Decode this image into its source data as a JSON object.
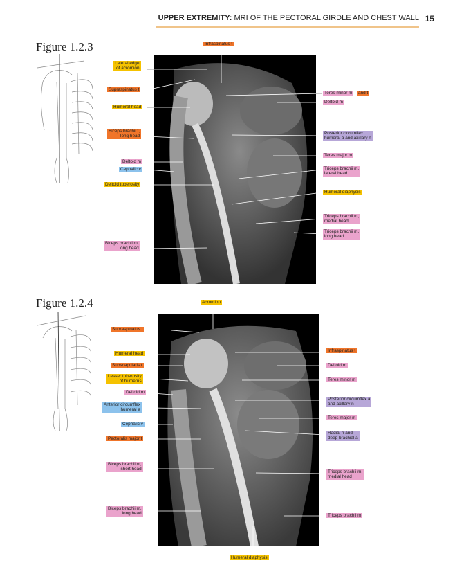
{
  "header": {
    "section": "UPPER EXTREMITY:",
    "title": "MRI OF THE PECTORAL GIRDLE AND CHEST WALL",
    "page": "15"
  },
  "colors": {
    "header_rule": "#f0c48a",
    "muscle": "#f0752a",
    "bone": "#f5c200",
    "soft": "#eaa3cc",
    "vein": "#8cc2ec",
    "nerve": "#b7a7d8"
  },
  "figures": [
    {
      "title": "Figure 1.2.3",
      "labels": [
        {
          "text": "Infraspinatus t",
          "color": "r"
        },
        {
          "text": "Lateral edge\nof acromion",
          "color": "o"
        },
        {
          "text": "Supraspinatus t",
          "color": "r"
        },
        {
          "text": "Humeral head",
          "color": "o"
        },
        {
          "text": "Biceps brachii t,\nlong head",
          "color": "r"
        },
        {
          "text": "Deltoid m",
          "color": "p"
        },
        {
          "text": "Cephalic v",
          "color": "b"
        },
        {
          "text": "Deltoid tuberosity",
          "color": "o"
        },
        {
          "text": "Biceps brachii m,\nlong head",
          "color": "p"
        },
        {
          "text": "Teres minor m",
          "color": "p"
        },
        {
          "text": "and t",
          "color": "r"
        },
        {
          "text": "Deltoid m",
          "color": "p"
        },
        {
          "text": "Posterior circumflex\nhumeral a and axillary n",
          "color": "v"
        },
        {
          "text": "Teres major m",
          "color": "p"
        },
        {
          "text": "Triceps brachii m,\nlateral head",
          "color": "p"
        },
        {
          "text": "Humeral diaphysis",
          "color": "o"
        },
        {
          "text": "Triceps brachii m,\nmedial head",
          "color": "p"
        },
        {
          "text": "Triceps brachii m,\nlong head",
          "color": "p"
        }
      ]
    },
    {
      "title": "Figure 1.2.4",
      "labels": [
        {
          "text": "Acromion",
          "color": "o"
        },
        {
          "text": "Supraspinatus t",
          "color": "r"
        },
        {
          "text": "Humeral head",
          "color": "o"
        },
        {
          "text": "Subscapularis t",
          "color": "r"
        },
        {
          "text": "Lesser tuberosity\nof humerus",
          "color": "o"
        },
        {
          "text": "Deltoid m",
          "color": "p"
        },
        {
          "text": "Anterior circumflex\nhumeral a",
          "color": "b"
        },
        {
          "text": "Cephalic v",
          "color": "b"
        },
        {
          "text": "Pectoralis major t",
          "color": "r"
        },
        {
          "text": "Biceps brachii m,\nshort head",
          "color": "p"
        },
        {
          "text": "Biceps brachii m,\nlong head",
          "color": "p"
        },
        {
          "text": "Humeral diaphysis",
          "color": "o"
        },
        {
          "text": "Infraspinatus t",
          "color": "r"
        },
        {
          "text": "Deltoid m",
          "color": "p"
        },
        {
          "text": "Teres minor m",
          "color": "p"
        },
        {
          "text": "Posterior circumflex a\nand axillary n",
          "color": "v"
        },
        {
          "text": "Teres major m",
          "color": "p"
        },
        {
          "text": "Radial n and\ndeep brachial a",
          "color": "v"
        },
        {
          "text": "Triceps brachii m,\nmedial head",
          "color": "p"
        },
        {
          "text": "Triceps brachii m",
          "color": "p"
        }
      ]
    }
  ]
}
